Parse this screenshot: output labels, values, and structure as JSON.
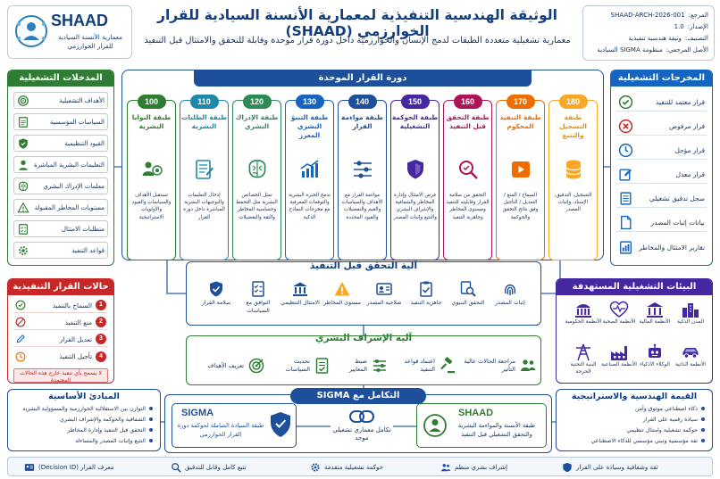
{
  "brand": {
    "name": "SHAAD",
    "tagline": "معمارية الأنسنة السيادية للقرار الخوارزمي"
  },
  "header": {
    "title": "الوثيقة الهندسية التنفيذية لمعمارية الأنسنة السيادية للقرار الخوارزمي (SHAAD)",
    "subtitle": "معمارية تشغيلية متعددة الطبقات لدمج الإنسان والخوارزمية داخل دورة قرار موحدة وقابلة للتحقق والامتثال قبل التنفيذ"
  },
  "meta": {
    "ref_label": "المرجع:",
    "ref_value": "SHAAD-ARCH-2026-001",
    "version_label": "الإصدار:",
    "version_value": "1.0",
    "class_label": "التصنيف:",
    "class_value": "وثيقة هندسية تنفيذية",
    "origin_label": "الأصل المرجعي:",
    "origin_value": "منظومة SIGMA السيادية"
  },
  "inputs": {
    "title": "المدخلات التشغيلية",
    "items": [
      {
        "label": "الأهداف التشغيلية",
        "icon": "target-icon"
      },
      {
        "label": "السياسات المؤسسية",
        "icon": "document-icon"
      },
      {
        "label": "القيود التنظيمية",
        "icon": "shield-check-icon"
      },
      {
        "label": "التعليمات البشرية المباشرة",
        "icon": "person-icon"
      },
      {
        "label": "معلمات الإدراك البشري",
        "icon": "brain-icon"
      },
      {
        "label": "مستويات المخاطر المقبولة",
        "icon": "warning-icon"
      },
      {
        "label": "متطلبات الامتثال",
        "icon": "checklist-icon"
      },
      {
        "label": "قواعد التنفيذ",
        "icon": "gear-icon"
      }
    ]
  },
  "outputs": {
    "title": "المخرجات التشغيلية",
    "items": [
      {
        "label": "قرار معتمد للتنفيذ",
        "icon": "check-circle-icon"
      },
      {
        "label": "قرار مرفوض",
        "icon": "x-circle-icon"
      },
      {
        "label": "قرار مؤجل",
        "icon": "clock-icon"
      },
      {
        "label": "قرار معدل",
        "icon": "edit-icon"
      },
      {
        "label": "سجل تدقيق تشغيلي",
        "icon": "log-icon"
      },
      {
        "label": "بيانات إثبات المصدر",
        "icon": "file-icon"
      },
      {
        "label": "تقارير الامتثال والمخاطر",
        "icon": "report-icon"
      }
    ]
  },
  "loop": {
    "title": "دورة القرار الموحدة",
    "layers": [
      {
        "num": "100",
        "name": "طبقة النوايا البشرية",
        "icon": "target-person-icon",
        "color": "#2e7d32",
        "desc": "تستقبل الأهداف والسياسات والقيود والأولويات الاستراتيجية"
      },
      {
        "num": "110",
        "name": "طبقة الطلبات البشرية",
        "icon": "form-icon",
        "color": "#1e88a8",
        "desc": "إدخال التعليمات والتوجيهات البشرية المباشرة داخل دورة القرار"
      },
      {
        "num": "120",
        "name": "طبقة الإدراك البشري",
        "icon": "brain-icon",
        "color": "#2e8b57",
        "desc": "تمثل الخصائص البشرية مثل التحفظ وحساسية المخاطر والثقة والتفضيلات"
      },
      {
        "num": "130",
        "name": "طبقة التنبؤ البشري المعزز",
        "icon": "chart-up-icon",
        "color": "#1565c0",
        "desc": "تدمج الخبرة البشرية والتوقعات المعرفية مع مخرجات النماذج الذكية"
      },
      {
        "num": "140",
        "name": "طبقة مواءمة القرار",
        "icon": "sliders-icon",
        "color": "#1e4f9a",
        "desc": "مواءمة القرار مع الأهداف والسياسات والقيم والتفضيلات والقيود المحددة"
      },
      {
        "num": "150",
        "name": "طبقة الحوكمة التشغيلية",
        "icon": "shield-icon",
        "color": "#4527a0",
        "desc": "فرض الامتثال وإدارة المخاطر والشفافية والإشراف البشري والتتبع وإثبات المصدر"
      },
      {
        "num": "160",
        "name": "طبقة التحقق قبل التنفيذ",
        "icon": "search-icon",
        "color": "#ad1457",
        "desc": "التحقق من سلامة القرار وقابليته للتنفيذ ومستوى المخاطر وجاهزية التنفيذ"
      },
      {
        "num": "170",
        "name": "طبقة التنفيذ المحكوم",
        "icon": "play-icon",
        "color": "#ef6c00",
        "desc": "السماح / المنع / التعديل / التأجيل وفق نتائج التحقق والحوكمة"
      },
      {
        "num": "180",
        "name": "طبقة التسجيل والتتبع",
        "icon": "database-icon",
        "color": "#f9a825",
        "desc": "التسجيل، التدقيق، الإسناد، وإثبات المصدر"
      }
    ]
  },
  "pre_exec": {
    "title": "آلية التحقق قبل التنفيذ",
    "items": [
      {
        "label": "سلامة القرار",
        "icon": "shield-check-icon"
      },
      {
        "label": "التوافق مع السياسات",
        "icon": "checklist-icon"
      },
      {
        "label": "الامتثال التنظيمي",
        "icon": "building-icon"
      },
      {
        "label": "مستوى المخاطر",
        "icon": "warning-icon"
      },
      {
        "label": "صلاحية المصدر",
        "icon": "id-card-icon"
      },
      {
        "label": "جاهزية التنفيذ",
        "icon": "clipboard-check-icon"
      },
      {
        "label": "التحقق البنيوي",
        "icon": "search-doc-icon"
      },
      {
        "label": "إثبات المصدر",
        "icon": "fingerprint-icon"
      }
    ]
  },
  "states": {
    "title": "حالات القرار التنفيذية",
    "items": [
      {
        "num": "1",
        "label": "السماح بالتنفيذ",
        "icon": "check-circle-icon"
      },
      {
        "num": "2",
        "label": "منع التنفيذ",
        "icon": "ban-icon"
      },
      {
        "num": "3",
        "label": "تعديل القرار",
        "icon": "edit-icon"
      },
      {
        "num": "4",
        "label": "تأجيل التنفيذ",
        "icon": "clock-icon"
      }
    ],
    "warning": "لا يسمح بأي تنفيذ خارج هذه الحالات المعتمدة"
  },
  "environments": {
    "title": "البيئات التشغيلية المستهدفة",
    "items": [
      {
        "label": "المدن الذكية",
        "icon": "city-icon"
      },
      {
        "label": "الأنظمة المالية",
        "icon": "bank-icon"
      },
      {
        "label": "الأنظمة الصحية",
        "icon": "heartbeat-icon"
      },
      {
        "label": "الأنظمة الحكومية",
        "icon": "government-icon"
      },
      {
        "label": "الأنظمة الذاتية",
        "icon": "car-icon"
      },
      {
        "label": "الوكلاء الأذكياء",
        "icon": "robot-icon"
      },
      {
        "label": "الأنظمة الصناعية",
        "icon": "factory-icon"
      },
      {
        "label": "البنية التحتية الحرجة",
        "icon": "tower-icon"
      }
    ]
  },
  "human": {
    "title": "آلية الإشراف البشري",
    "items": [
      {
        "label": "مراجعة الحالات عالية التأثير",
        "icon": "people-icon"
      },
      {
        "label": "اعتماد قواعد التنفيذ",
        "icon": "gavel-icon"
      },
      {
        "label": "ضبط المعايير",
        "icon": "sliders-icon"
      },
      {
        "label": "تحديث السياسات",
        "icon": "document-check-icon"
      },
      {
        "label": "تعريف الأهداف",
        "icon": "target-icon"
      }
    ]
  },
  "principles": {
    "title": "المبادئ الأساسية",
    "items": [
      "التوازن بين الاستقلالية الخوارزمية والمسؤولية البشرية",
      "الشفافية والحوكمة والإشراف البشري",
      "التحقق قبل التنفيذ وإدارة المخاطر",
      "التتبع وإثبات المصدر والمساءلة"
    ]
  },
  "values": {
    "title": "القيمة الهندسية والاستراتيجية",
    "items": [
      "ذكاء اصطناعي موثوق وآمن",
      "سيادة رقمية على القرار",
      "حوكمة تشغيلية وامتثال تنظيمي",
      "ثقة مؤسسية وتبني مؤسسي للذكاء الاصطناعي"
    ]
  },
  "sigma": {
    "title": "التكامل مع SIGMA",
    "left_name": "SIGMA",
    "left_desc": "طبقة السيادة الشاملة لحوكمة دورة القرار الخوارزمي",
    "mid_label": "تكامل معماري تشغيلي موحد",
    "right_name": "SHAAD",
    "right_desc": "طبقة الأنسنة والمواءمة البشرية والتحقق التشغيلي قبل التنفيذ"
  },
  "footer": {
    "items": [
      {
        "label": "معرف القرار (Decision ID)",
        "icon": "id-card-icon"
      },
      {
        "label": "تتبع كامل وقابل للتدقيق",
        "icon": "search-doc-icon"
      },
      {
        "label": "حوكمة تشغيلية متقدمة",
        "icon": "gear-icon"
      },
      {
        "label": "إشراف بشري منظم",
        "icon": "people-icon"
      },
      {
        "label": "ثقة وشفافية وسيادة على القرار",
        "icon": "shield-icon"
      }
    ]
  },
  "colors": {
    "primary": "#1e4f9a",
    "green": "#2e7d32",
    "red": "#c62828",
    "purple": "#4527a0",
    "blue": "#1565c0"
  }
}
